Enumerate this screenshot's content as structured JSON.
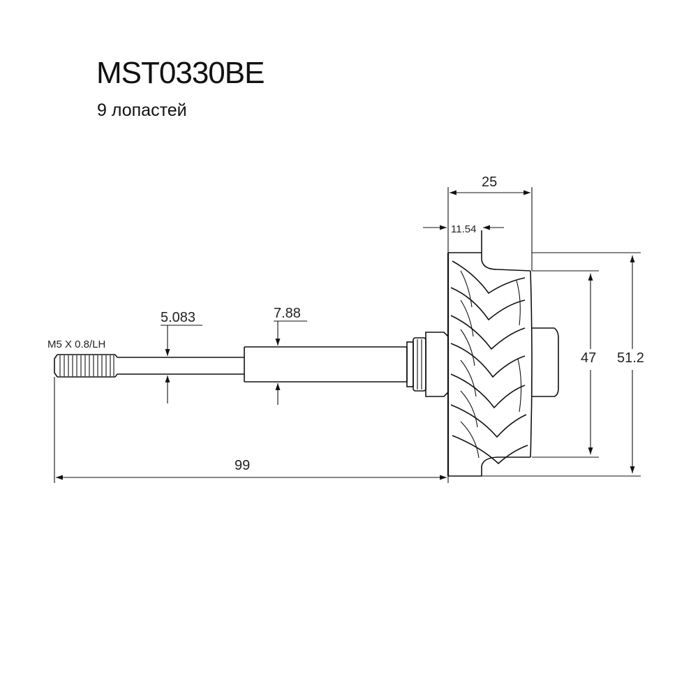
{
  "header": {
    "part_number": "MST0330BE",
    "blades": "9 лопастей"
  },
  "dimensions": {
    "thread": "M5 X 0.8/LH",
    "shaft_small_dia": "5.083",
    "shaft_large_dia": "7.88",
    "total_length": "99",
    "wheel_width": "25",
    "hub_length": "11.54",
    "inner_dia": "47",
    "outer_dia": "51.2"
  }
}
